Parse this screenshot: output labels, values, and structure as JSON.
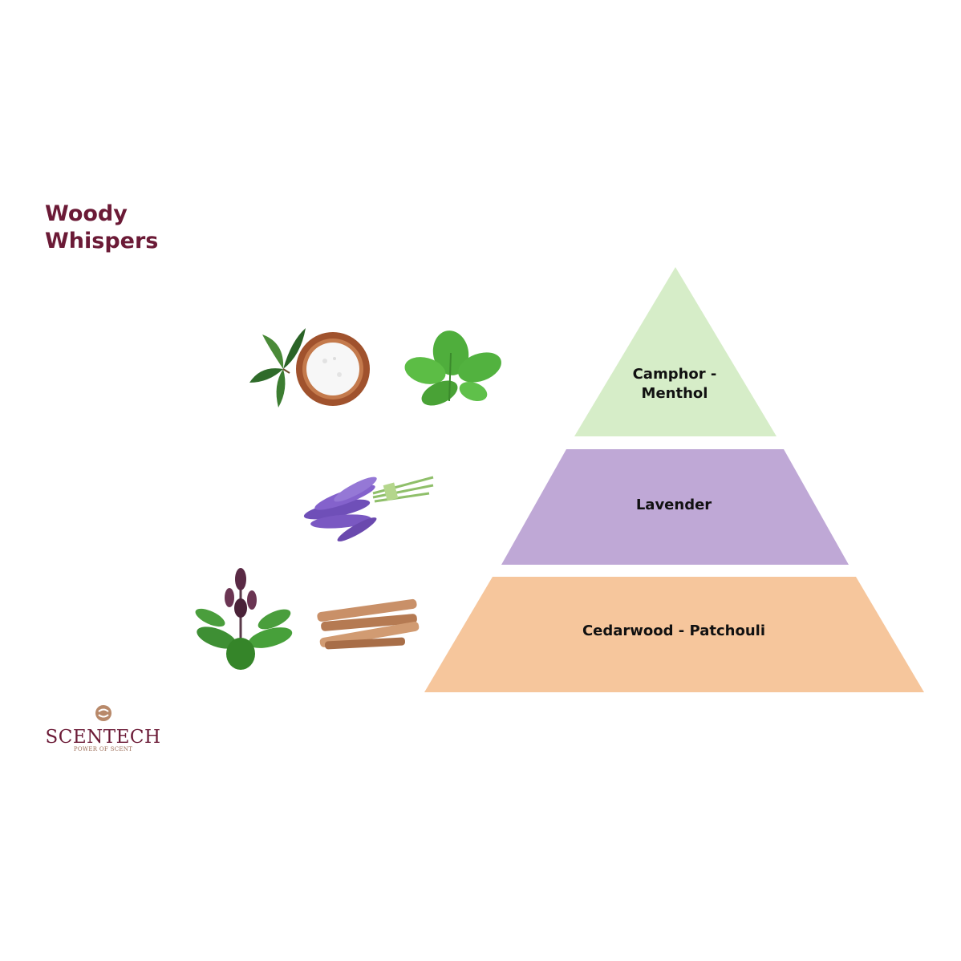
{
  "title": {
    "line1": "Woody",
    "line2": "Whispers"
  },
  "pyramid": {
    "tiers": [
      {
        "label": "Camphor -\nMenthol",
        "color": "#d6edc8"
      },
      {
        "label": "Lavender",
        "color": "#bfa8d6"
      },
      {
        "label": "Cedarwood - Patchouli",
        "color": "#f6c69c"
      }
    ]
  },
  "ingredients": {
    "top": [
      "tea-leaf-and-salt-bowl",
      "mint-leaves"
    ],
    "middle": [
      "lavender-bunch"
    ],
    "base": [
      "patchouli-plant",
      "sandalwood-sticks"
    ]
  },
  "logo": {
    "name": "SCENTECH",
    "tagline": "POWER OF SCENT",
    "color": "#6b1a36"
  }
}
